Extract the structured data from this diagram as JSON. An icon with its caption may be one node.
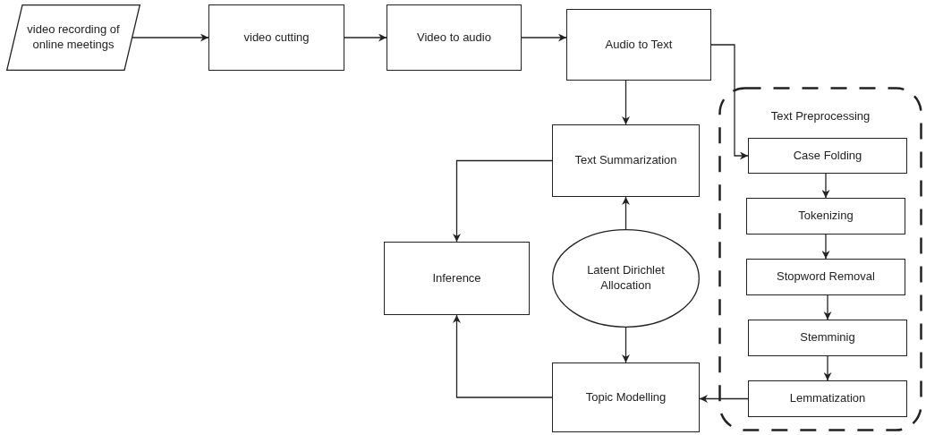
{
  "diagram": {
    "nodes": [
      {
        "text": [
          "video recording of online meetings"
        ]
      },
      {
        "text": [
          "video cutting"
        ]
      },
      {
        "text": [
          "Video to audio"
        ]
      },
      {
        "text": [
          "Audio to Text"
        ]
      },
      {
        "text": [
          "Text Preprocessing"
        ]
      },
      {
        "text": [
          "Text Summarization"
        ]
      },
      {
        "text": [
          "Case Folding"
        ],
        "in": 4
      },
      {
        "text": [
          "Tokenizing"
        ],
        "in": 4
      },
      {
        "text": [
          "Stopword Removal"
        ],
        "in": 4
      },
      {
        "text": [
          "Stemminig"
        ],
        "in": 4
      },
      {
        "text": [
          "Inference"
        ]
      },
      {
        "text": [
          "Latent Dirichlet Allocation"
        ]
      },
      {
        "text": [
          "Topic Modelling"
        ]
      },
      {
        "text": [
          "Lemmatization"
        ],
        "in": 4
      }
    ],
    "edges": [
      {
        "from": 0,
        "to": 1,
        "arrow": "to"
      },
      {
        "from": 1,
        "to": 2,
        "arrow": "to"
      },
      {
        "from": 2,
        "to": 3,
        "arrow": "to"
      },
      {
        "from": 3,
        "to": 6,
        "arrow": "to"
      },
      {
        "from": 3,
        "to": 5,
        "arrow": "to"
      },
      {
        "from": 5,
        "to": 10,
        "arrow": "to"
      },
      {
        "from": 11,
        "to": 5,
        "arrow": "to"
      },
      {
        "from": 11,
        "to": 12,
        "arrow": "to"
      },
      {
        "from": 12,
        "to": 10,
        "arrow": "to"
      },
      {
        "from": 6,
        "to": 7,
        "arrow": "to"
      },
      {
        "from": 7,
        "to": 8,
        "arrow": "to"
      },
      {
        "from": 8,
        "to": 9,
        "arrow": "to"
      },
      {
        "from": 9,
        "to": 13,
        "arrow": "to"
      },
      {
        "from": 13,
        "to": 12,
        "arrow": "to"
      }
    ]
  }
}
